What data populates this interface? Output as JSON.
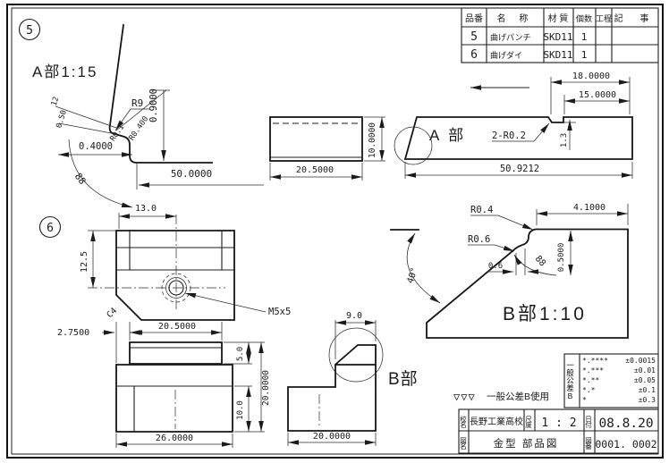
{
  "parts_table": {
    "headers": {
      "no": "品番",
      "name": "名 称",
      "material": "材 質",
      "qty": "個数",
      "process": "工程",
      "remarks": "記 事"
    },
    "rows": [
      {
        "no": "5",
        "name": "曲げパンチ",
        "material": "SKD11",
        "qty": "1"
      },
      {
        "no": "6",
        "name": "曲げダイ",
        "material": "SKD11",
        "qty": "1"
      }
    ]
  },
  "detail_a": {
    "balloon": "5",
    "title": "A部1:15",
    "r9": "R9",
    "r01": "R0.1",
    "r0400": "R0.400",
    "dim_height": "0.9000",
    "dim_small_top": "12",
    "dim_small": "0.50",
    "dim_width": "0.4000",
    "dim_long": "50.0000",
    "arc": "88"
  },
  "punch_top_view": {
    "dim_width": "20.5000",
    "dim_height": "10.0000"
  },
  "punch_side_view": {
    "label": "A 部",
    "dim_18": "18.0000",
    "dim_15": "15.0000",
    "radius_note": "2-R0.2",
    "dim_notch": "1.3",
    "dim_total": "50.9212"
  },
  "die_top_view": {
    "balloon": "6",
    "dim_13": "13.0",
    "dim_125": "12.5",
    "chamfer": "C4",
    "thread": "M5x5",
    "dim_275": "2.7500",
    "dim_205": "20.5000"
  },
  "die_front_view": {
    "dim_5": "5.0",
    "dim_20": "20.0000",
    "dim_10": "10.0",
    "dim_26": "26.0000"
  },
  "punch_front_view": {
    "dim_9": "9.0",
    "label": "B部",
    "dim_20": "20.0000"
  },
  "detail_b": {
    "title": "B部1:10",
    "r04": "R0.4",
    "r06": "R0.6",
    "dim_41": "4.1000",
    "angle": "40°",
    "dim_06": "0.6",
    "arc": "88",
    "dim_05": "0.5000"
  },
  "tolerance_note": {
    "symbols": "▽▽▽",
    "text": "一般公差B使用"
  },
  "tolerance_table": {
    "label": "一般公差B",
    "rows": [
      {
        "pattern": "*.****",
        "value": "±0.0015"
      },
      {
        "pattern": "*.***",
        "value": "±0.01"
      },
      {
        "pattern": "*.**",
        "value": "±0.05"
      },
      {
        "pattern": "*.*",
        "value": "±0.1"
      },
      {
        "pattern": "*",
        "value": "±0.3"
      }
    ]
  },
  "title_block": {
    "school_label": "校名",
    "school": "長野工業高校",
    "scale_label": "尺度",
    "scale": "1 : 2",
    "date_label": "日付",
    "date": "08.8.20",
    "name_label": "図名",
    "name": "金型 部品図",
    "number_label": "図番",
    "number": "0001. 0002"
  }
}
